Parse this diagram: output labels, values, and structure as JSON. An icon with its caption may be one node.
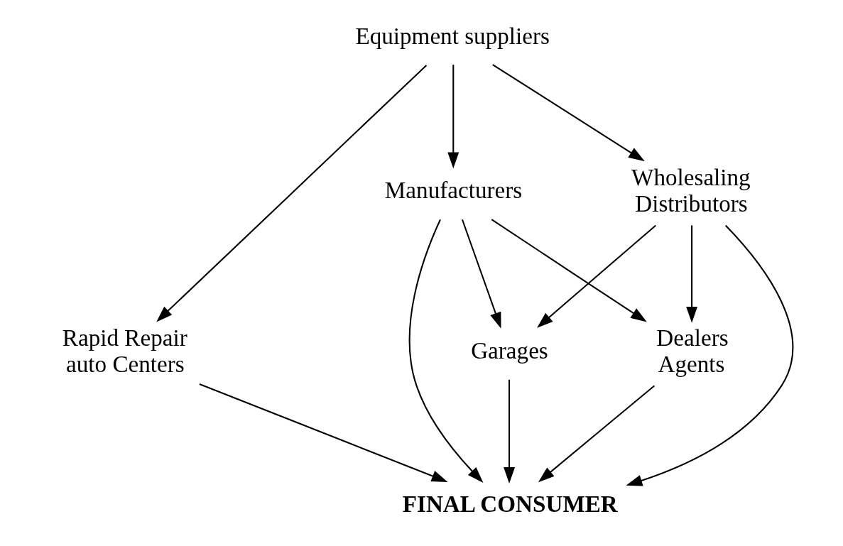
{
  "diagram": {
    "nodes": [
      {
        "text": [
          "Equipment suppliers"
        ]
      },
      {
        "text": [
          "Manufacturers"
        ]
      },
      {
        "text": [
          "Wholesaling Distributors"
        ]
      },
      {
        "text": [
          "Rapid Repair auto Centers"
        ]
      },
      {
        "text": [
          "Dealers Agents"
        ]
      },
      {
        "text": [
          "Garages"
        ]
      },
      {
        "text": [
          "FINAL CONSUMER"
        ]
      }
    ],
    "edges": [
      {
        "from": 0,
        "to": 1,
        "arrow": "to"
      },
      {
        "from": 0,
        "to": 2,
        "arrow": "to"
      },
      {
        "from": 0,
        "to": 3,
        "arrow": "to"
      },
      {
        "from": 1,
        "to": 6,
        "arrow": "to"
      },
      {
        "from": 1,
        "to": 4,
        "arrow": "to"
      },
      {
        "from": 1,
        "to": 5,
        "arrow": "to"
      },
      {
        "from": 2,
        "to": 4,
        "arrow": "to"
      },
      {
        "from": 2,
        "to": 6,
        "arrow": "to"
      },
      {
        "from": 2,
        "to": 5,
        "arrow": "to"
      },
      {
        "from": 4,
        "to": 6,
        "arrow": "to"
      },
      {
        "from": 5,
        "to": 6,
        "arrow": "to"
      },
      {
        "from": 3,
        "to": 6,
        "arrow": "to"
      }
    ]
  }
}
